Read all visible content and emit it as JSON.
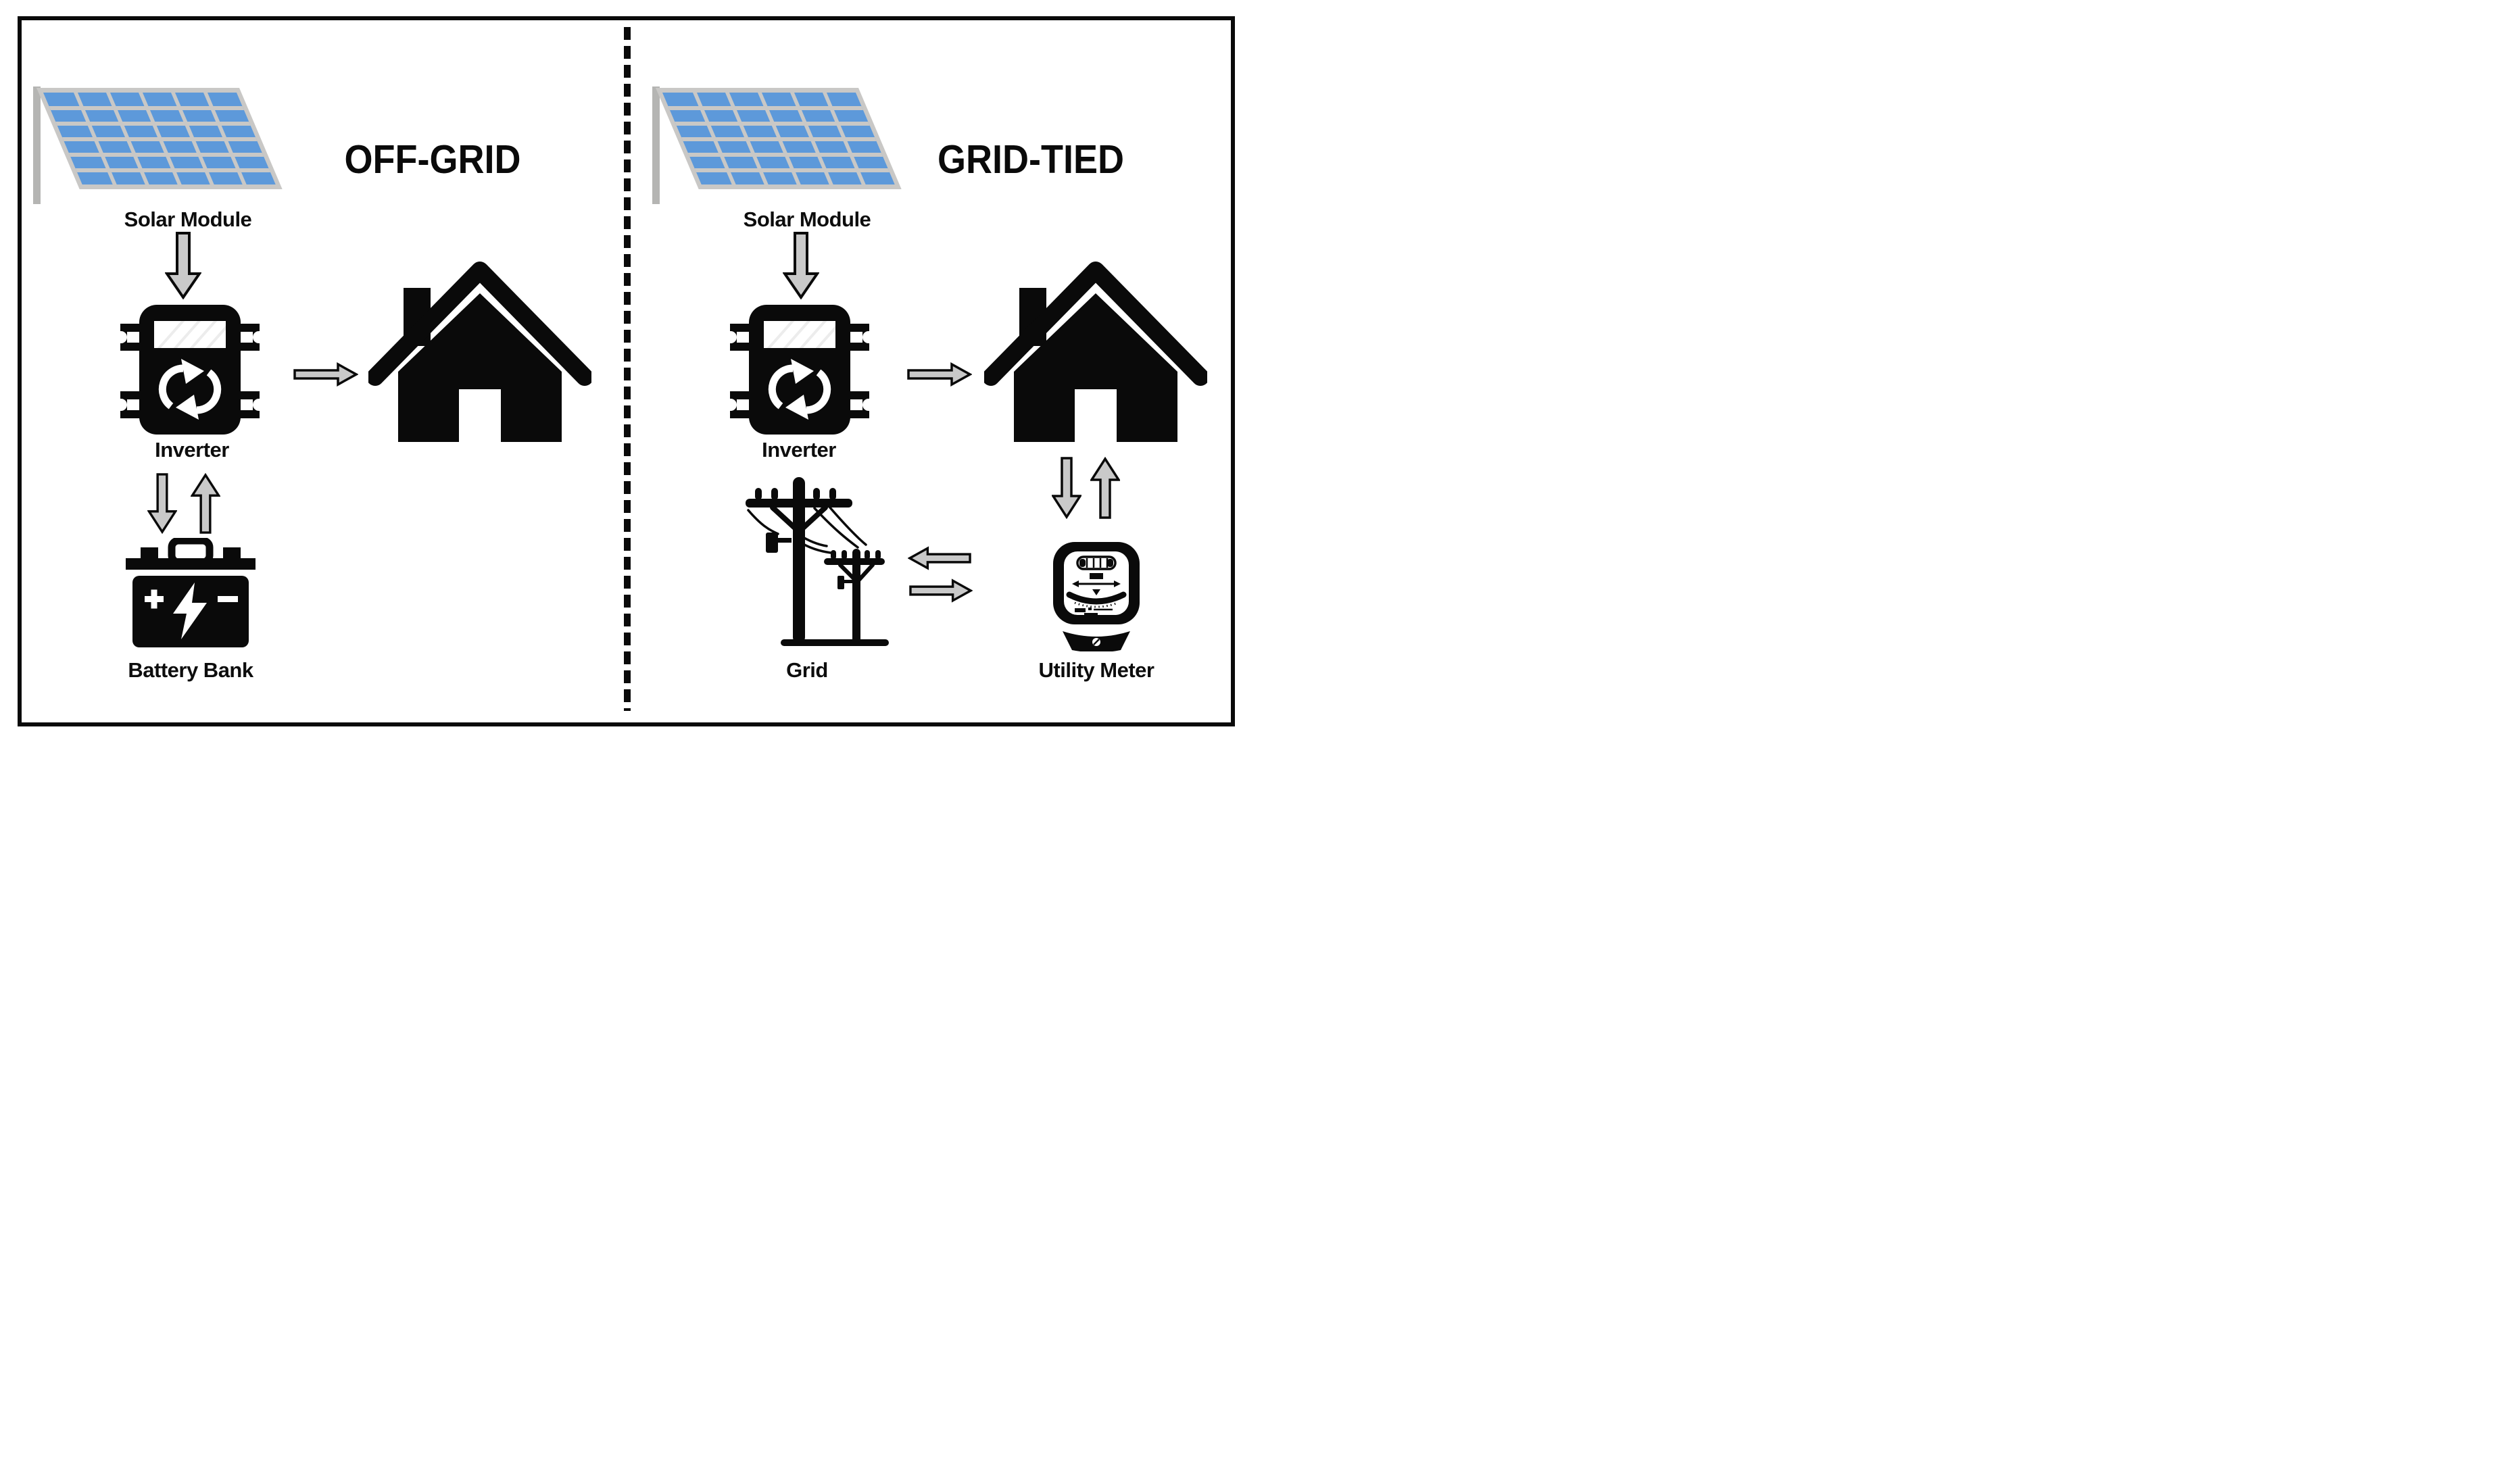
{
  "figure": {
    "type": "comparison-diagram",
    "subject": "Off-grid vs grid-tied solar power system"
  },
  "colors": {
    "panel_blue": "#5d99da",
    "frame_gray": "#c9c8c6",
    "pole_gray": "#b5b5b3",
    "arrow_gray": "#c9c9c9",
    "ink": "#0a0a0a"
  },
  "left_panel": {
    "title": "OFF-GRID",
    "solar_label": "Solar Module",
    "inverter_label": "Inverter",
    "battery_label": "Battery Bank",
    "flows": [
      "Solar Module → Inverter",
      "Inverter → House",
      "Inverter ⇄ Battery Bank"
    ]
  },
  "right_panel": {
    "title": "GRID-TIED",
    "solar_label": "Solar Module",
    "inverter_label": "Inverter",
    "grid_label": "Grid",
    "meter_label": "Utility Meter",
    "flows": [
      "Solar Module → Inverter",
      "Inverter → House",
      "House ⇄ Utility Meter",
      "Utility Meter ⇄ Grid"
    ]
  }
}
